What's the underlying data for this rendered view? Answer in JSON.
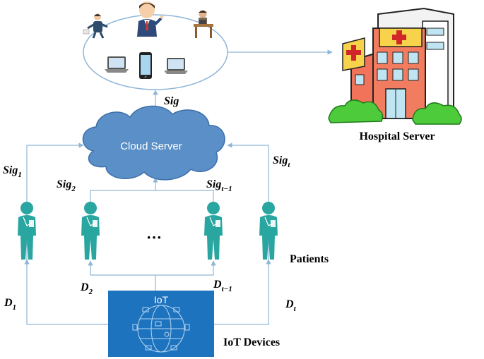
{
  "cloud": {
    "label": "Cloud Server"
  },
  "hospital": {
    "label": "Hospital Server"
  },
  "iot": {
    "box_label": "IoT",
    "caption": "IoT Devices"
  },
  "patients": {
    "label": "Patients",
    "ellipsis": "···"
  },
  "sigs": {
    "top": "Sig",
    "sig1": {
      "base": "Sig",
      "sub": "1"
    },
    "sig2": {
      "base": "Sig",
      "sub": "2"
    },
    "sigt1": {
      "base": "Sig",
      "sub": "t−1"
    },
    "sigt": {
      "base": "Sig",
      "sub": "t"
    }
  },
  "data": {
    "d1": {
      "base": "D",
      "sub": "1"
    },
    "d2": {
      "base": "D",
      "sub": "2"
    },
    "dt1": {
      "base": "D",
      "sub": "t−1"
    },
    "dt": {
      "base": "D",
      "sub": "t"
    }
  },
  "colors": {
    "connector": "#8fb6d8",
    "cloud_fill": "#5b8fc7",
    "patient": "#2aa6a0",
    "iot_box": "#1e73be"
  },
  "icons": [
    "doctor-icon",
    "manager-icon",
    "receptionist-icon",
    "laptop-icon",
    "smartphone-icon",
    "hospital-building-icon",
    "cloud-icon",
    "patient-icon",
    "iot-globe-icon"
  ]
}
